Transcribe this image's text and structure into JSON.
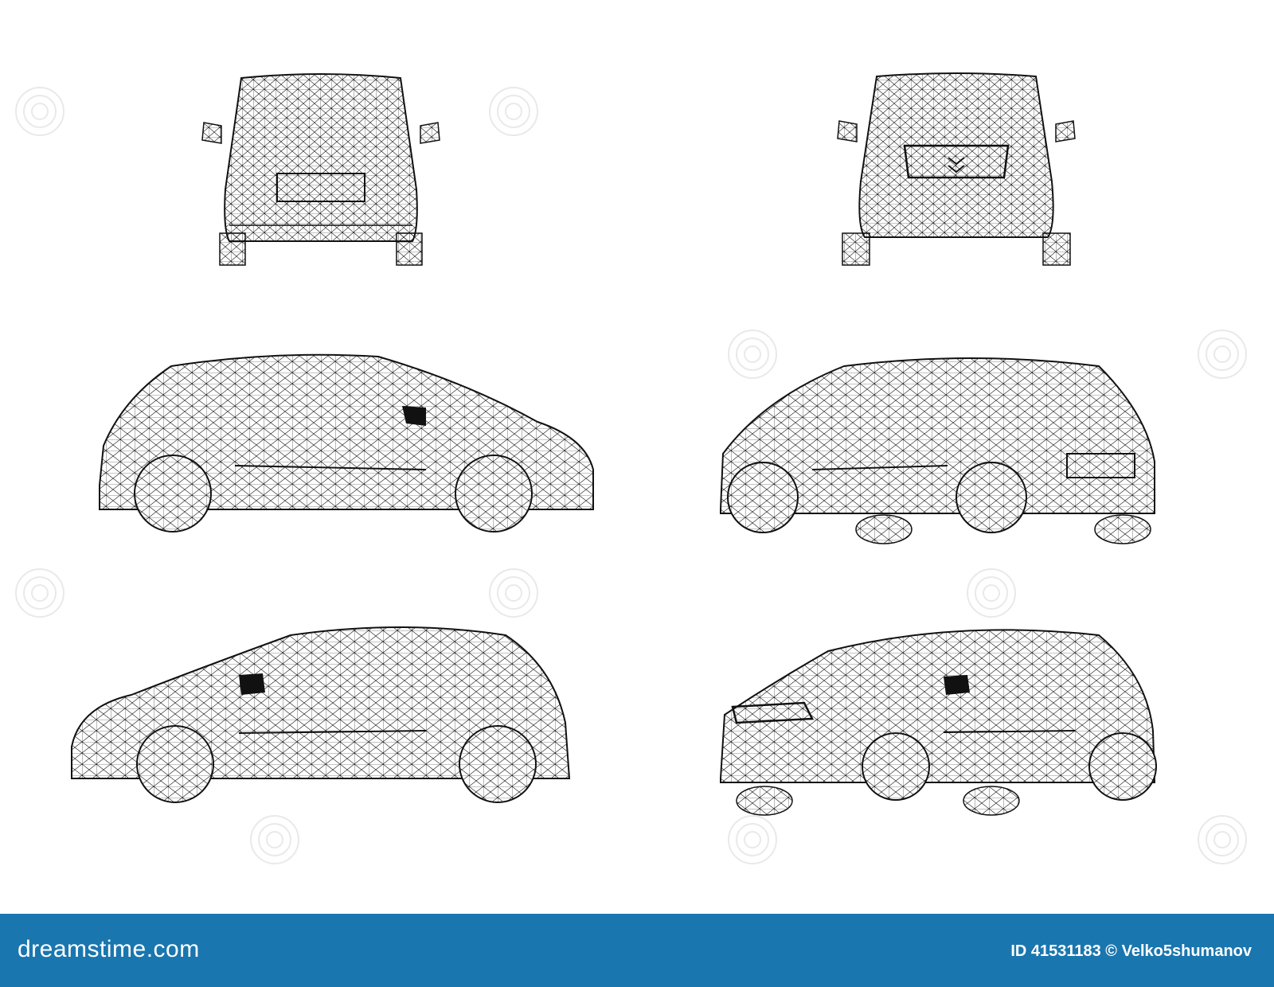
{
  "views": [
    {
      "name": "rear-view",
      "label": ""
    },
    {
      "name": "front-view",
      "label": ""
    },
    {
      "name": "side-view-right",
      "label": ""
    },
    {
      "name": "rear-three-quarter-view",
      "label": ""
    },
    {
      "name": "side-view-left",
      "label": ""
    },
    {
      "name": "front-three-quarter-view",
      "label": ""
    }
  ],
  "colors": {
    "wire": "#111111",
    "footer": "#1a76ae",
    "footer_text": "#ffffff"
  },
  "footer": {
    "logo": "dreamstime.com",
    "id_text": "ID 41531183 © Velko5shumanov"
  }
}
